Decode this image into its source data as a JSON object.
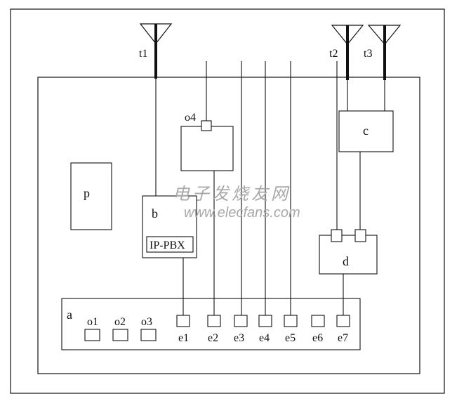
{
  "antennas": {
    "t1": "t1",
    "t2": "t2",
    "t3": "t3"
  },
  "blocks": {
    "p": "p",
    "b": "b",
    "ippbx": "IP-PBX",
    "c": "c",
    "d": "d",
    "o4": "o4",
    "a": "a"
  },
  "ports": {
    "o1": "o1",
    "o2": "o2",
    "o3": "o3",
    "e1": "e1",
    "e2": "e2",
    "e3": "e3",
    "e4": "e4",
    "e5": "e5",
    "e6": "e6",
    "e7": "e7"
  },
  "watermark": {
    "chinese": "电子发烧友网",
    "url": "www.elecfans.com"
  }
}
